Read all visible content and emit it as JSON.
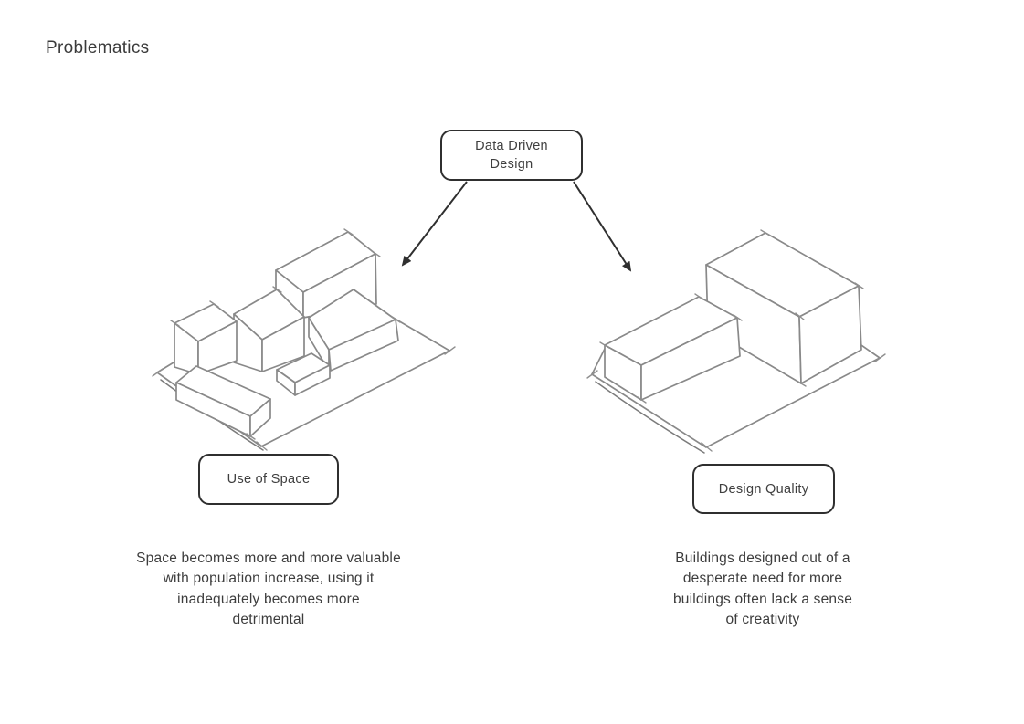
{
  "page": {
    "title": "Problematics"
  },
  "diagram": {
    "root_node": {
      "label_lines": [
        "Data Driven",
        "Design"
      ]
    },
    "left_branch": {
      "node_label": "Use of Space",
      "sketch_name": "city-block-buildings-sketch",
      "description_lines": [
        "Space becomes more and more valuable",
        "with population increase, using it",
        "inadequately becomes more",
        "detrimental"
      ]
    },
    "right_branch": {
      "node_label": "Design Quality",
      "sketch_name": "two-buildings-sketch",
      "description_lines": [
        "Buildings designed out of a",
        "desperate need for more",
        "buildings often lack a sense",
        "of creativity"
      ]
    },
    "colors": {
      "background": "#ffffff",
      "node_border": "#2f2f2f",
      "arrow": "#2f2f2f",
      "text": "#3d3d3d",
      "sketch_stroke": "#898989"
    }
  }
}
